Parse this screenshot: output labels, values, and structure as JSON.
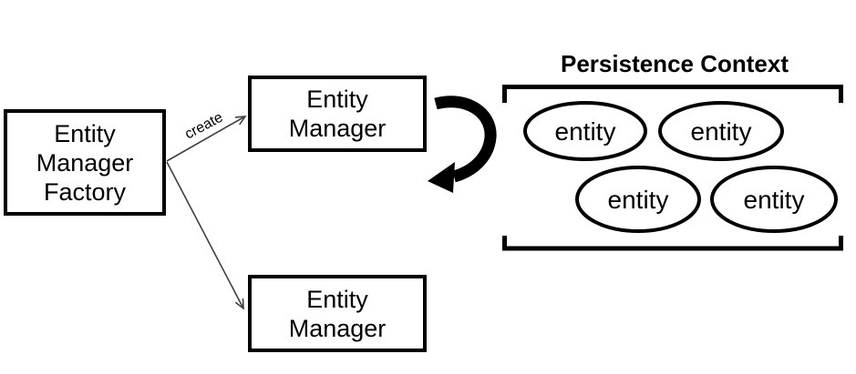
{
  "factory_box": {
    "lines": [
      "Entity",
      "Manager",
      "Factory"
    ]
  },
  "entity_manager_top": {
    "lines": [
      "Entity",
      "Manager"
    ]
  },
  "entity_manager_bottom": {
    "lines": [
      "Entity",
      "Manager"
    ]
  },
  "create_arrow": {
    "label": "create"
  },
  "persistence_context": {
    "title": "Persistence Context",
    "entities": [
      {
        "label": "entity"
      },
      {
        "label": "entity"
      },
      {
        "label": "entity"
      },
      {
        "label": "entity"
      }
    ]
  },
  "colors": {
    "background": "#ffffff",
    "line": "#000000",
    "thin_arrow": "#404040",
    "text": "#000000"
  }
}
